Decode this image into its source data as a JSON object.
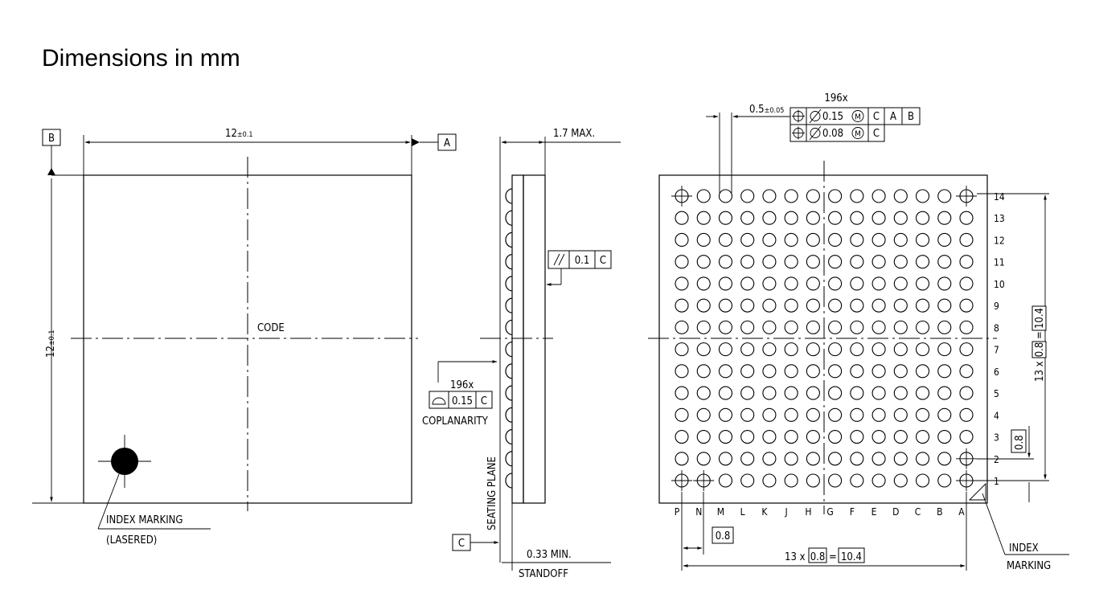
{
  "title": "Dimensions in mm",
  "icons": [
    "position-tolerance-icon",
    "diameter-icon",
    "max-material-icon",
    "parallelism-icon",
    "coplanarity-icon",
    "index-triangle-icon"
  ],
  "top_view": {
    "width_label": "12",
    "width_tol": "±0.1",
    "height_label": "12",
    "height_tol": "±0.1",
    "datum_a": "A",
    "datum_b": "B",
    "code_label": "CODE",
    "index_label": "INDEX MARKING",
    "index_sub": "(LASERED)"
  },
  "side_view": {
    "max_height": "1.7 MAX.",
    "parallel_tol": "0.1",
    "parallel_datum": "C",
    "cop_count": "196x",
    "cop_tol": "0.15",
    "cop_datum": "C",
    "cop_label": "COPLANARITY",
    "seating_plane": "SEATING PLANE",
    "datum_c": "C",
    "standoff_value": "0.33 MIN.",
    "standoff_label": "STANDOFF"
  },
  "bottom_view": {
    "ball_count": "196x",
    "ball_dia": "0.5",
    "ball_tol": "±0.05",
    "fcf1_dia": "0.15",
    "fcf1_mod": "M",
    "fcf1_datums": [
      "C",
      "A",
      "B"
    ],
    "fcf2_dia": "0.08",
    "fcf2_mod": "M",
    "fcf2_datum": "C",
    "rows": [
      "14",
      "13",
      "12",
      "11",
      "10",
      "9",
      "8",
      "7",
      "6",
      "5",
      "4",
      "3",
      "2",
      "1"
    ],
    "columns": [
      "P",
      "N",
      "M",
      "L",
      "K",
      "J",
      "H",
      "G",
      "F",
      "E",
      "D",
      "C",
      "B",
      "A"
    ],
    "pitch": "0.8",
    "span_prefix": "13 x",
    "span_eq": "=",
    "span_total": "10.4",
    "v_span_prefix": "13 x",
    "v_pitch": "0.8",
    "v_eq": "=",
    "v_total": "10.4",
    "v_pitch_single": "0.8",
    "h_pitch_single": "0.8",
    "index_label_1": "INDEX",
    "index_label_2": "MARKING"
  }
}
